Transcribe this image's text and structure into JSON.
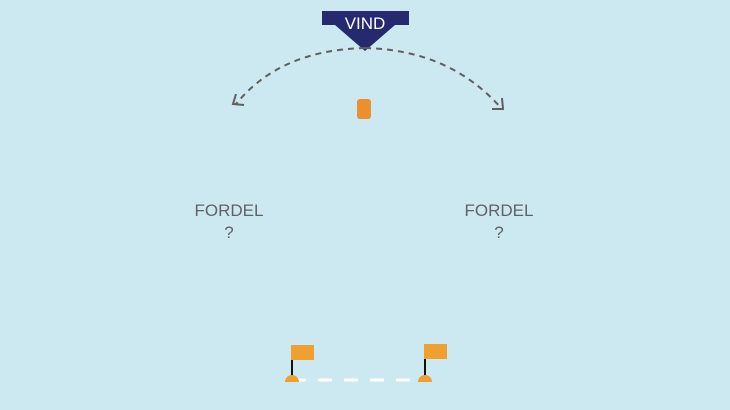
{
  "wind": {
    "label": "VIND",
    "color": "#252a6e"
  },
  "advantage_left": {
    "title": "FORDEL",
    "mark": "?"
  },
  "advantage_right": {
    "title": "FORDEL",
    "mark": "?"
  },
  "colors": {
    "background": "#cce9f1",
    "boat": "#ec8f2d",
    "flag": "#f0a030",
    "arrow": "#5f5f5f",
    "line": "#ffffff"
  }
}
